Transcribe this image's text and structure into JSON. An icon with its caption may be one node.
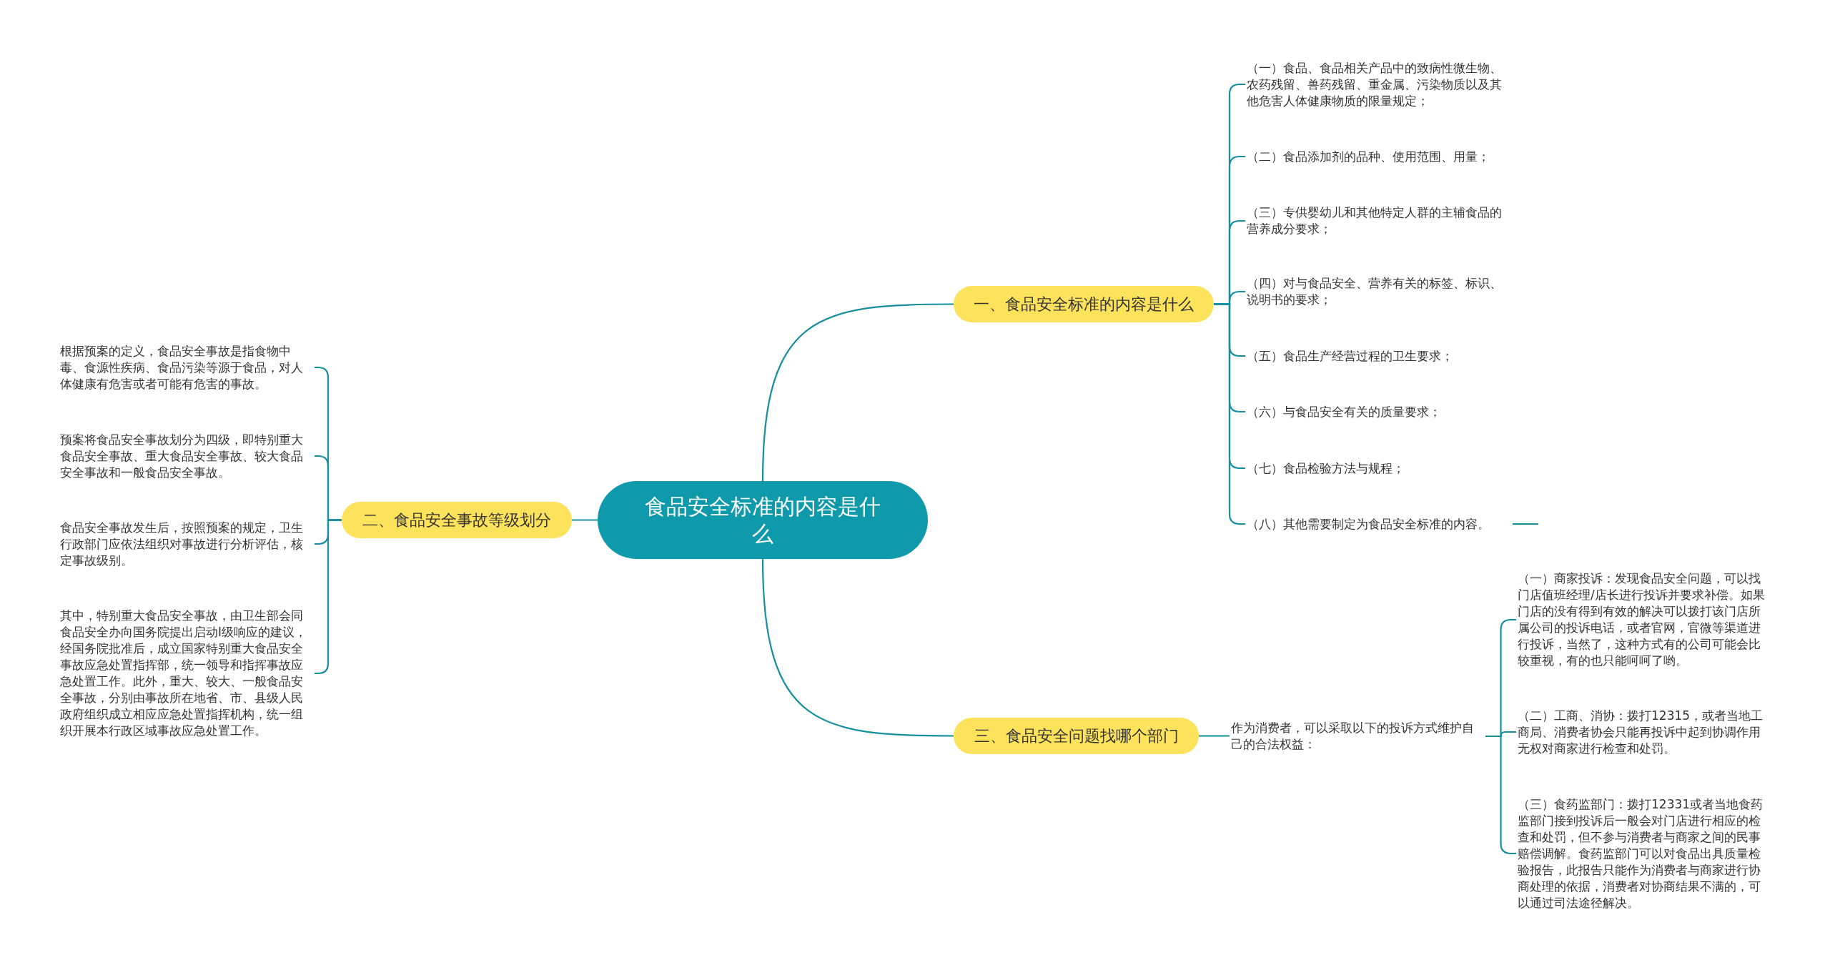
{
  "diagram": {
    "nodes": [
      {
        "text": [
          "食品安全标准的内容是什么"
        ]
      },
      {
        "text": [
          "一、食品安全标准的内容是什么"
        ]
      },
      {
        "text": [
          "（一）食品、食品相关产品中的致病性微生物、农药残留、兽药残留、重金属、污染物质以及其他危害人体健康物质的限量规定；"
        ]
      },
      {
        "text": [
          "（二）食品添加剂的品种、使用范围、用量；"
        ]
      },
      {
        "text": [
          "（三）专供婴幼儿和其他特定人群的主辅食品的营养成分要求；"
        ]
      },
      {
        "text": [
          "（四）对与食品安全、营养有关的标签、标识、说明书的要求；"
        ]
      },
      {
        "text": [
          "（五）食品生产经营过程的卫生要求；"
        ]
      },
      {
        "text": [
          "（六）与食品安全有关的质量要求；"
        ]
      },
      {
        "text": [
          "（七）食品检验方法与规程；"
        ]
      },
      {
        "text": [
          "（八）其他需要制定为食品安全标准的内容。"
        ]
      },
      {
        "text": [
          "二、食品安全事故等级划分"
        ]
      },
      {
        "text": [
          "根据预案的定义，食品安全事故是指食物中毒、食源性疾病、食品污染等源于食品，对人体健康有危害或者可能有危害的事故。"
        ]
      },
      {
        "text": [
          "预案将食品安全事故划分为四级，即特别重大食品安全事故、重大食品安全事故、较大食品安全事故和一般食品安全事故。"
        ]
      },
      {
        "text": [
          "食品安全事故发生后，按照预案的规定，卫生行政部门应依法组织对事故进行分析评估，核定事故级别。"
        ]
      },
      {
        "text": [
          "其中，特别重大食品安全事故，由卫生部会同食品安全办向国务院提出启动I级响应的建议，经国务院批准后，成立国家特别重大食品安全事故应急处置指挥部，统一领导和指挥事故应急处置工作。此外，重大、较大、一般食品安全事故，分别由事故所在地省、市、县级人民政府组织成立相应应急处置指挥机构，统一组织开展本行政区域事故应急处置工作。"
        ]
      },
      {
        "text": [
          "三、食品安全问题找哪个部门"
        ]
      },
      {
        "text": [
          "作为消费者，可以采取以下的投诉方式维护自己的合法权益："
        ]
      },
      {
        "text": [
          "（一）商家投诉：发现食品安全问题，可以找门店值班经理/店长进行投诉并要求补偿。如果门店的没有得到有效的解决可以拨打该门店所属公司的投诉电话，或者官网，官微等渠道进行投诉，当然了，这种方式有的公司可能会比较重视，有的也只能呵呵了哟。"
        ]
      },
      {
        "text": [
          "（二）工商、消协：拨打12315，或者当地工商局、消费者协会只能再投诉中起到协调作用无权对商家进行检查和处罚。"
        ]
      },
      {
        "text": [
          "（三）食药监部门：拨打12331或者当地食药监部门接到投诉后一般会对门店进行相应的检查和处罚，但不参与消费者与商家之间的民事赔偿调解。食药监部门可以对食品出具质量检验报告，此报告只能作为消费者与商家进行协商处理的依据，消费者对协商结果不满的，可以通过司法途径解决。"
        ]
      }
    ],
    "edges": [
      {
        "from": 0,
        "to": 1,
        "arrow": "none"
      },
      {
        "from": 1,
        "to": 2,
        "arrow": "none"
      },
      {
        "from": 1,
        "to": 3,
        "arrow": "none"
      },
      {
        "from": 1,
        "to": 4,
        "arrow": "none"
      },
      {
        "from": 1,
        "to": 5,
        "arrow": "none"
      },
      {
        "from": 1,
        "to": 6,
        "arrow": "none"
      },
      {
        "from": 1,
        "to": 7,
        "arrow": "none"
      },
      {
        "from": 1,
        "to": 8,
        "arrow": "none"
      },
      {
        "from": 1,
        "to": 9,
        "arrow": "none"
      },
      {
        "from": 9,
        "to": null,
        "arrow": "none"
      },
      {
        "from": 0,
        "to": 10,
        "arrow": "none"
      },
      {
        "from": 10,
        "to": 11,
        "arrow": "none"
      },
      {
        "from": 10,
        "to": 12,
        "arrow": "none"
      },
      {
        "from": 10,
        "to": 13,
        "arrow": "none"
      },
      {
        "from": 10,
        "to": 14,
        "arrow": "none"
      },
      {
        "from": 0,
        "to": 15,
        "arrow": "none"
      },
      {
        "from": 15,
        "to": 16,
        "arrow": "none"
      },
      {
        "from": 16,
        "to": 17,
        "arrow": "none"
      },
      {
        "from": 16,
        "to": 18,
        "arrow": "none"
      },
      {
        "from": 16,
        "to": 19,
        "arrow": "none"
      }
    ]
  }
}
